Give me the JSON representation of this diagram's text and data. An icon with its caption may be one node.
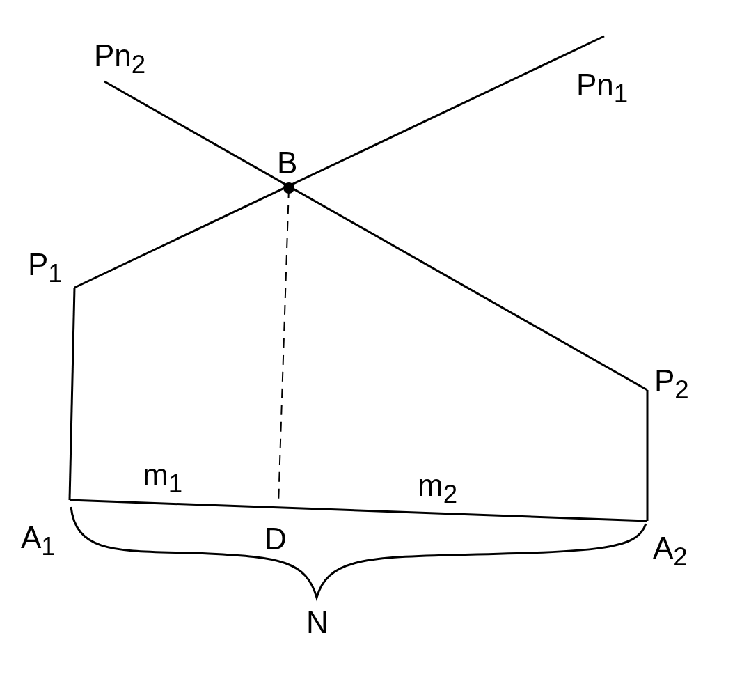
{
  "diagram": {
    "labels": [
      "Pn$_{2}$",
      "Pn$_{1}$",
      "B",
      "P$_{1}$",
      "P$_{2}$",
      "m$_{1}$",
      "m$_{2}$",
      "A$_{1}$",
      "D",
      "A$_{2}$",
      "N"
    ]
  }
}
